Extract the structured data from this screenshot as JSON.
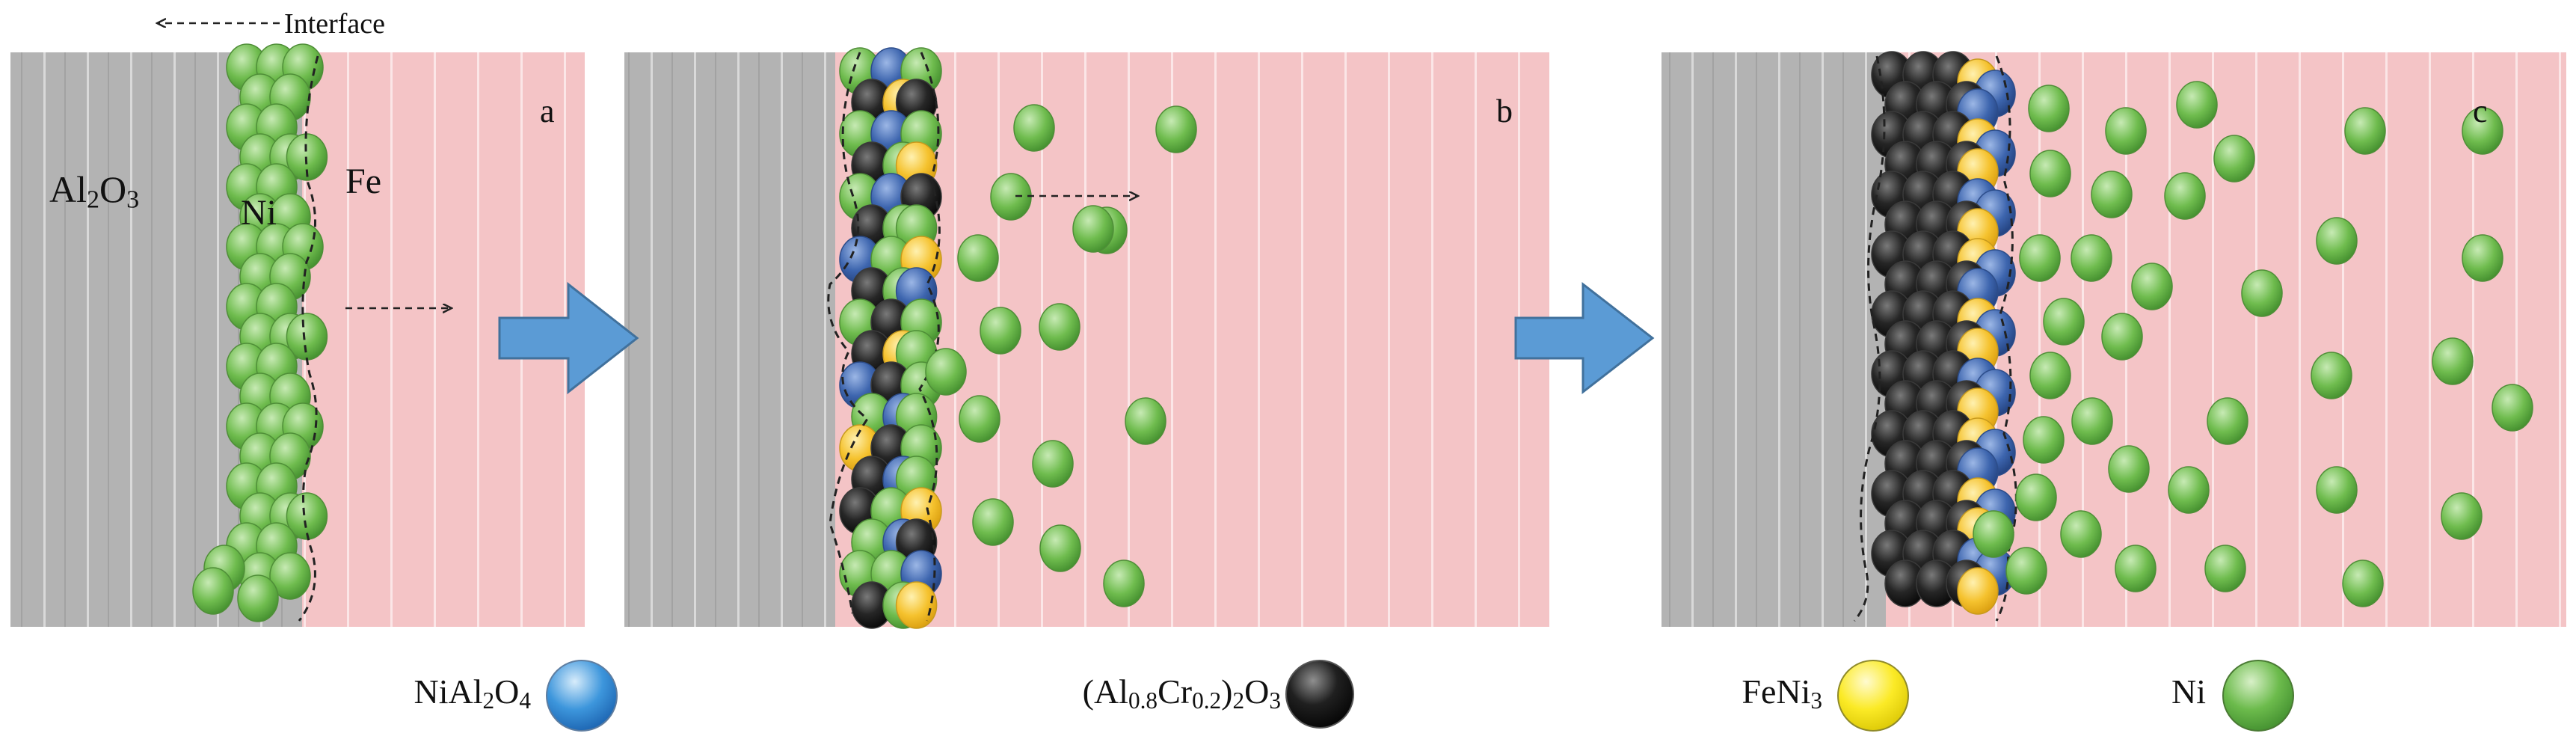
{
  "title": "",
  "interface_label": "Interface",
  "panels": [
    {
      "letter": "a",
      "substrate": {
        "base": "Al",
        "sub1": "2",
        "mid": "O",
        "sub2": "3"
      },
      "ni_label": "Ni",
      "fe_label": "Fe"
    },
    {
      "letter": "b"
    },
    {
      "letter": "c"
    }
  ],
  "legend": [
    {
      "label": "NiAl2O4",
      "parts": [
        {
          "t": "NiAl"
        },
        {
          "t": "2",
          "sub": true
        },
        {
          "t": "O"
        },
        {
          "t": "4",
          "sub": true
        }
      ],
      "color": "#2f7fd0",
      "name": "legend-nial2o4"
    },
    {
      "label": "(Al0.8Cr0.2)2O3",
      "parts": [
        {
          "t": "(Al"
        },
        {
          "t": "0.8",
          "sub": true
        },
        {
          "t": "Cr"
        },
        {
          "t": "0.2",
          "sub": true
        },
        {
          "t": ")"
        },
        {
          "t": "2",
          "sub": true
        },
        {
          "t": "O"
        },
        {
          "t": "3",
          "sub": true
        }
      ],
      "color": "#111111",
      "name": "legend-alcr-oxide"
    },
    {
      "label": "FeNi3",
      "parts": [
        {
          "t": "FeNi"
        },
        {
          "t": "3",
          "sub": true
        }
      ],
      "color": "#f2e020",
      "name": "legend-feni3"
    },
    {
      "label": "Ni",
      "parts": [
        {
          "t": "Ni"
        }
      ],
      "color": "#5aab3c",
      "name": "legend-ni"
    }
  ],
  "colors": {
    "substrate": "#b4b4b4",
    "metal": "#f2c2c4",
    "ni": "#5aab3c",
    "oxide_black": "#1e1e1e",
    "spinel_blue": "#3e66b0",
    "feni3_yellow": "#f3c12d",
    "arrow": "#5b9bd5"
  }
}
